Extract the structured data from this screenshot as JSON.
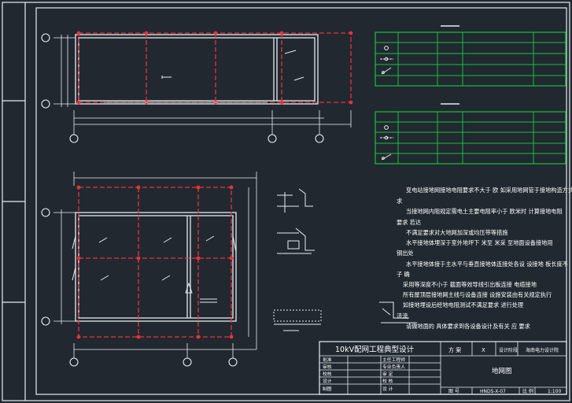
{
  "colors": {
    "background": "#212830",
    "linework": "#e8ecef",
    "grid_red": "#e8323c",
    "table_green": "#18c03a",
    "text": "#ffffff"
  },
  "notes": [
    "变电站接地网接地电阻要求不大于  欧 如采用地网管于接地构造方式 施工处",
    "求",
    "当接地网内阻规定需电土主要电阻率小于    欧米时 计算接地电阻",
    "要求 若达",
    "不满足要求对大地网加深或均压带等措施",
    "水平接地体埋深于室外地坪下    米至    米采 至地面设备接地用",
    "钢出处",
    "水平接地体接于主水平与垂直接地体连接处各设 设接地 板长度不",
    "子    确",
    "采用等深度不小于    截面等效导线引出板连接 电缆接地",
    "所有屋顶层接地网主线与设备连接 设施安装由有关规定执行",
    "如接地埋设后经地电阻测试不满足要求 进行处理",
    "济流",
    "请做地面的    具体要求到各设备设计及有关 应 要求"
  ],
  "title_block": {
    "project_title": "10kV配网工程典型设计",
    "plan_label": "方 案",
    "plan_value": "X",
    "stage_label": "设计阶段",
    "institute": "海南电力设计院",
    "drawing_name": "地网图",
    "sign_rows": [
      "批准",
      "审核",
      "校核",
      "设计",
      "制图"
    ],
    "sign_rows_right": [
      "主任工程师",
      "专业负责人",
      "审 定",
      "校 核",
      "设 计"
    ],
    "drawing_no_label": "图 号",
    "drawing_no": "HNDS-X-07",
    "scale_label": "比 例",
    "scale": "1:100"
  },
  "legend_tables": [
    {
      "rows": [
        "",
        "",
        "grounding-rod-symbol",
        "test-point-symbol",
        "grounding-connection-symbol"
      ]
    },
    {
      "rows": [
        "",
        "",
        "grounding-rod-symbol",
        "test-point-symbol",
        "grounding-connection-symbol"
      ]
    }
  ]
}
